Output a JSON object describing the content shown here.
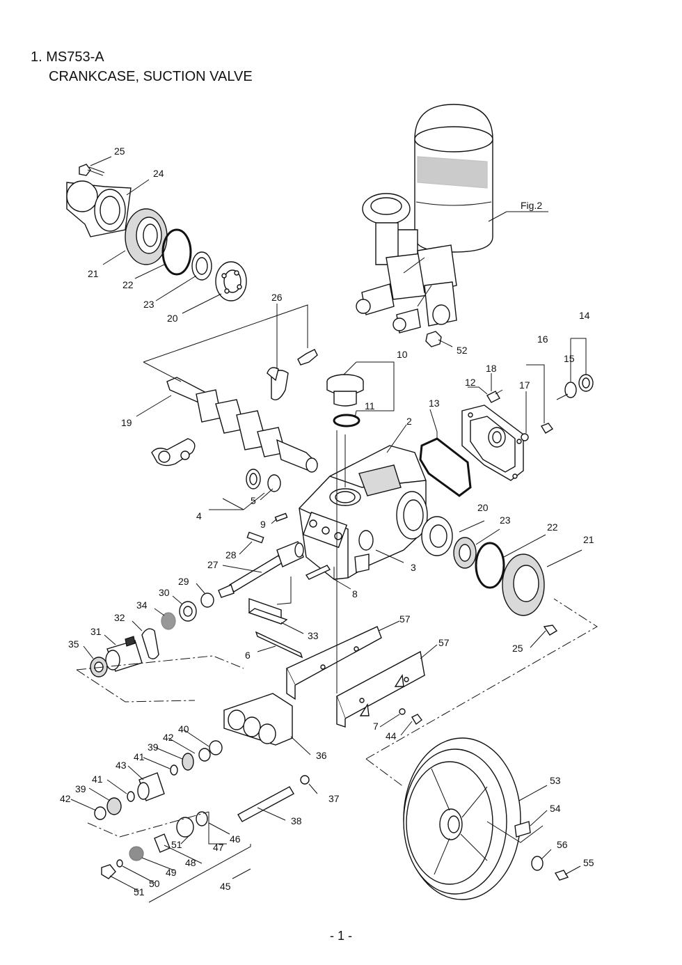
{
  "title": {
    "line1": "1. MS753-A",
    "line2": "CRANKCASE, SUCTION VALVE"
  },
  "page_number": "- 1 -",
  "figure_reference": "Fig.2",
  "part_numbers": [
    "25",
    "24",
    "21",
    "22",
    "23",
    "20",
    "26",
    "19",
    "10",
    "11",
    "2",
    "13",
    "12",
    "18",
    "17",
    "16",
    "15",
    "14",
    "52",
    "4",
    "5",
    "9",
    "28",
    "27",
    "3",
    "20",
    "23",
    "22",
    "21",
    "29",
    "30",
    "34",
    "32",
    "31",
    "35",
    "8",
    "33",
    "6",
    "57",
    "57",
    "25",
    "7",
    "44",
    "40",
    "42",
    "39",
    "41",
    "43",
    "36",
    "37",
    "39",
    "41",
    "42",
    "38",
    "46",
    "51",
    "47",
    "48",
    "49",
    "50",
    "45",
    "51",
    "53",
    "54",
    "56",
    "55"
  ]
}
